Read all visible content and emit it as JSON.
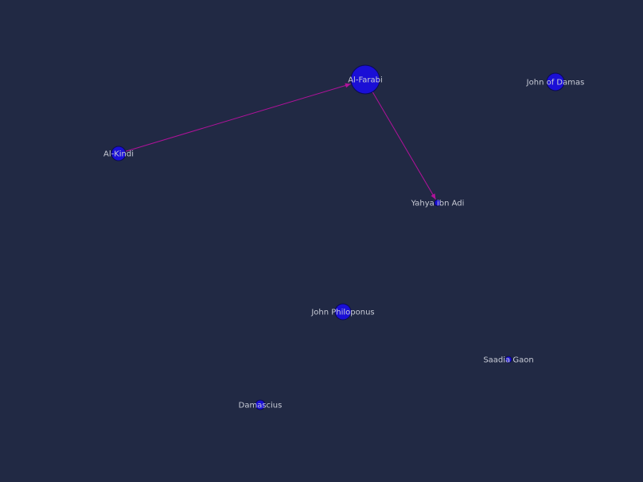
{
  "graph": {
    "colors": {
      "background": "#212944",
      "node_fill": "#1a0fd6",
      "node_stroke": "#0a0a55",
      "edge": "#b0129a",
      "label": "#c8cbd6"
    },
    "nodes": [
      {
        "id": "al-farabi",
        "label": "Al-Farabi"
      },
      {
        "id": "john-of-damas",
        "label": "John of Damas"
      },
      {
        "id": "al-kindi",
        "label": "Al-Kindi"
      },
      {
        "id": "yahya-ibn-adi",
        "label": "Yahya ibn Adi"
      },
      {
        "id": "john-philoponus",
        "label": "John Philoponus"
      },
      {
        "id": "saadia-gaon",
        "label": "Saadia Gaon"
      },
      {
        "id": "damascius",
        "label": "Damascius"
      }
    ],
    "edges": [
      {
        "source": "al-kindi",
        "target": "al-farabi"
      },
      {
        "source": "al-farabi",
        "target": "yahya-ibn-adi"
      }
    ]
  }
}
